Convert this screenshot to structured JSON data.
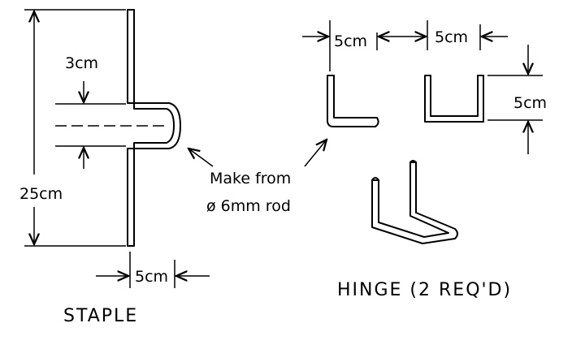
{
  "staple": {
    "title": "STAPLE",
    "dim_height": "25cm",
    "dim_gap": "3cm",
    "dim_depth": "5cm"
  },
  "note": {
    "line1": "Make from",
    "line2": "ø 6mm rod"
  },
  "hinge": {
    "title": "HINGE (2 REQ'D)",
    "dim_width_left": "5cm",
    "dim_width_right": "5cm",
    "dim_height": "5cm"
  }
}
